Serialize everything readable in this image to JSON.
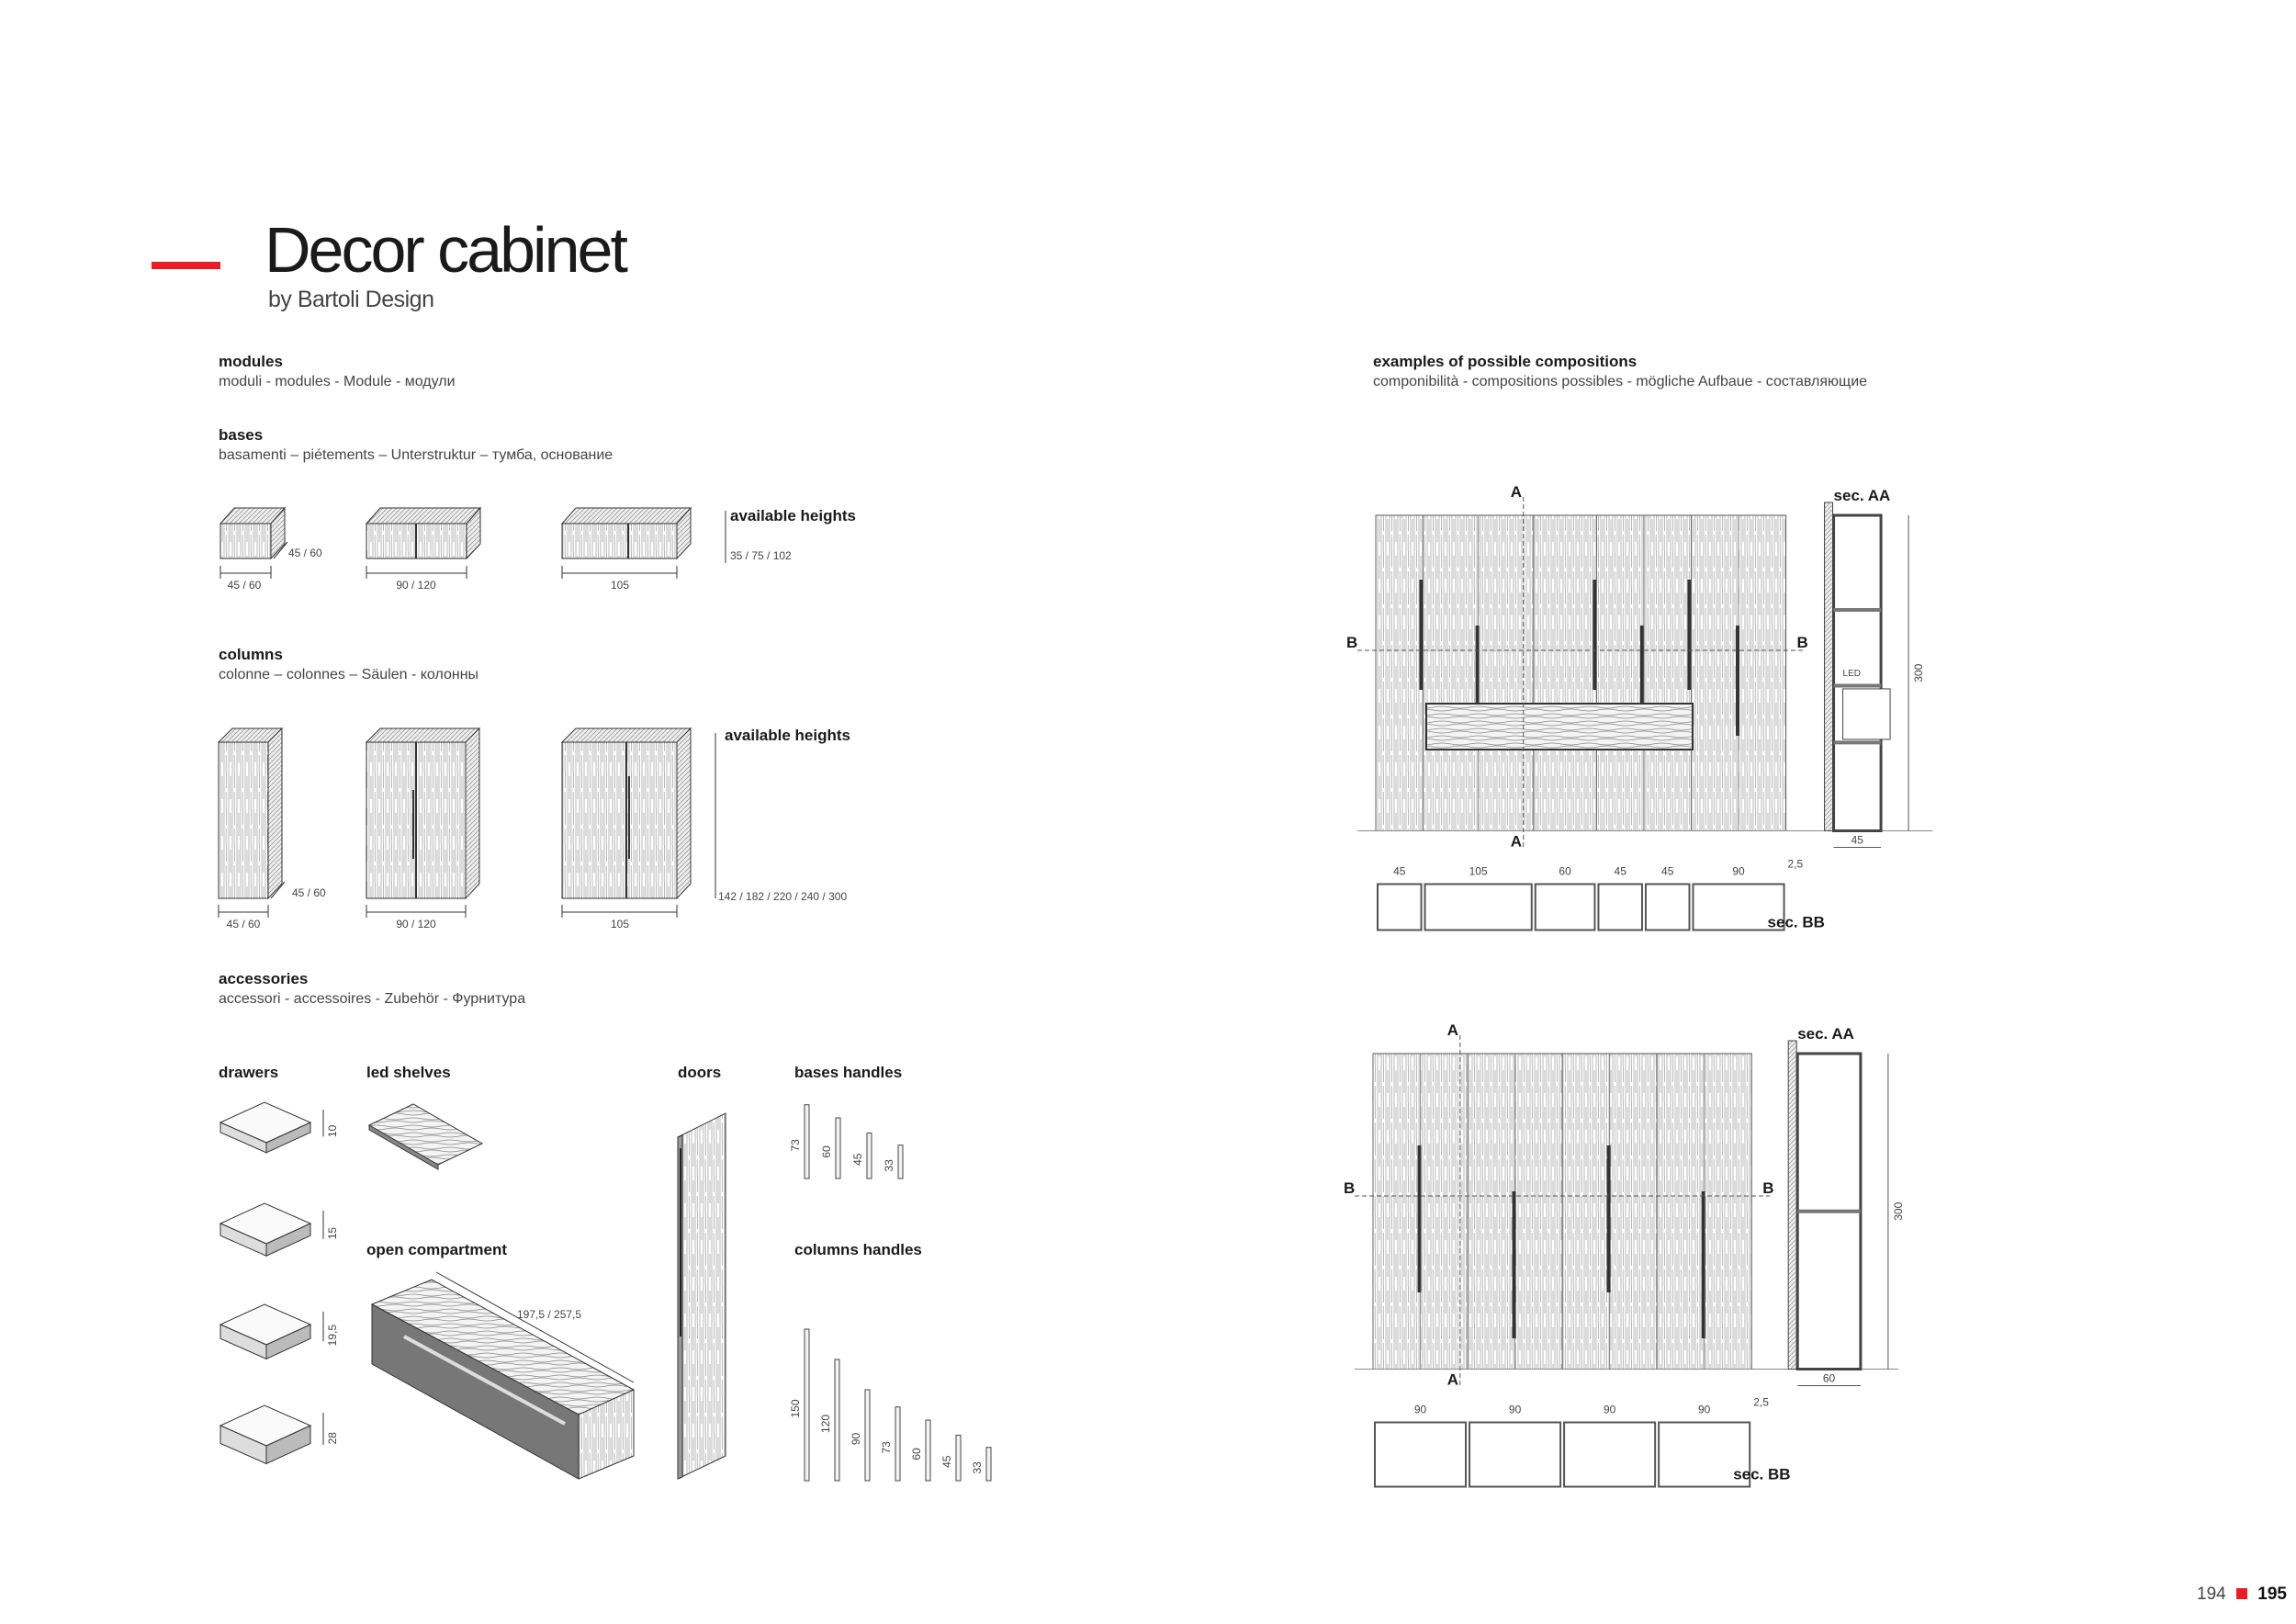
{
  "header": {
    "title": "Decor cabinet",
    "designer": "by Bartoli Design",
    "accent_color": "#ed1c24"
  },
  "modules": {
    "title": "modules",
    "subtitle": "moduli - modules - Module - модули"
  },
  "bases": {
    "title": "bases",
    "subtitle": "basamenti – piétements – Unterstruktur – тумба, основание",
    "depth": "45 / 60",
    "widths": [
      "45 / 60",
      "90 / 120",
      "105"
    ],
    "heights_label": "available heights",
    "heights": "35 / 75 / 102"
  },
  "columns": {
    "title": "columns",
    "subtitle": "colonne – colonnes – Säulen - колонны",
    "depth": "45 / 60",
    "widths": [
      "45 / 60",
      "90 / 120",
      "105"
    ],
    "heights_label": "available heights",
    "heights": "142 / 182 / 220 / 240 / 300"
  },
  "accessories": {
    "title": "accessories",
    "subtitle": "accessori - accessoires - Zubehör - Фурнитура",
    "drawers": {
      "label": "drawers",
      "heights": [
        "10",
        "15",
        "19,5",
        "28"
      ]
    },
    "led_shelves": {
      "label": "led shelves"
    },
    "open_compartment": {
      "label": "open compartment",
      "length": "197,5 / 257,5"
    },
    "doors": {
      "label": "doors"
    },
    "bases_handles": {
      "label": "bases handles",
      "lengths": [
        "73",
        "60",
        "45",
        "33"
      ]
    },
    "columns_handles": {
      "label": "columns handles",
      "lengths": [
        "150",
        "120",
        "90",
        "73",
        "60",
        "45",
        "33"
      ]
    }
  },
  "compositions": {
    "title": "examples of possible compositions",
    "subtitle": "componibilità - compositions possibles - mögliche Aufbaue - составляющие",
    "section_a": "A",
    "section_b": "B",
    "sec_aa": "sec. AA",
    "sec_bb": "sec. BB",
    "items": [
      {
        "widths": [
          "45",
          "105",
          "60",
          "45",
          "45",
          "90"
        ],
        "side": "2,5",
        "height": "300",
        "depth": "45",
        "led": "LED"
      },
      {
        "widths": [
          "90",
          "90",
          "90",
          "90"
        ],
        "side": "2,5",
        "height": "300",
        "depth": "60"
      }
    ]
  },
  "footer": {
    "page_left": "194",
    "page_right": "195"
  }
}
